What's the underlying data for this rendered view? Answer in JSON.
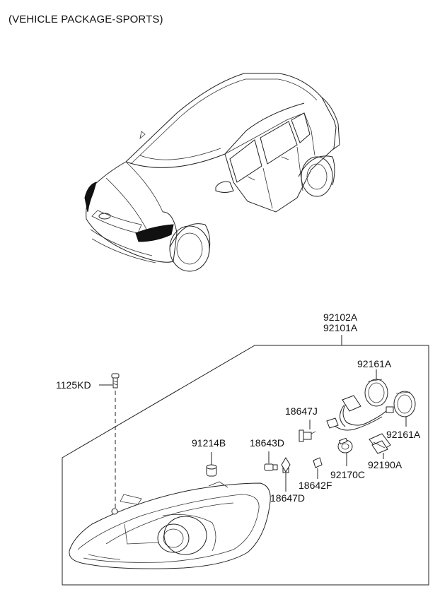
{
  "header": {
    "package_note": "(VEHICLE PACKAGE-SPORTS)"
  },
  "labels": {
    "assembly_a": "92102A",
    "assembly_b": "92101A",
    "screw": "1125KD",
    "cap_upper": "92161A",
    "cap_lower": "92161A",
    "bulb_j": "18647J",
    "socket": "91214B",
    "bulb_d_upper": "18643D",
    "bulb_d_lower": "18647D",
    "bulb_f": "18642F",
    "bulb_c": "92170C",
    "actuator": "92190A"
  }
}
